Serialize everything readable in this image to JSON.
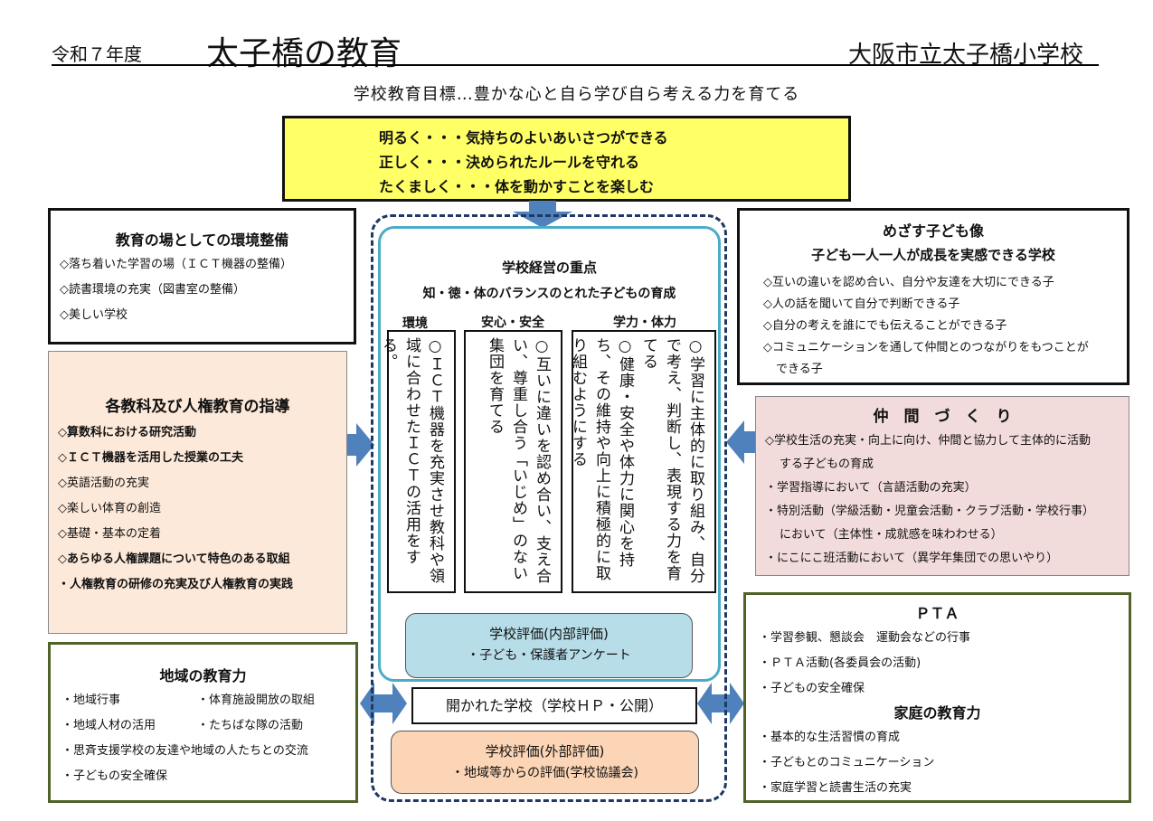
{
  "header": {
    "year": "令和７年度",
    "title": "太子橋の教育",
    "school": "大阪市立太子橋小学校"
  },
  "goal": "学校教育目標…豊かな心と自ら学び自ら考える力を育てる",
  "motto": [
    "明るく・・・気持ちのよいあいさつができる",
    "正しく・・・決められたルールを守れる",
    "たくましく・・・体を動かすことを楽しむ"
  ],
  "center": {
    "title": "学校経営の重点",
    "subtitle": "知・徳・体のバランスのとれた子どもの育成",
    "columns": [
      {
        "heading": "環境",
        "items": [
          "○ＩＣＴ機器を充実させ教科や領域に合わせたＩＣＴの活用をする。"
        ]
      },
      {
        "heading": "安心・安全",
        "items": [
          "○互いに違いを認め合い、支え合い、尊重し合う「いじめ」のない集団を育てる"
        ]
      },
      {
        "heading": "学力・体力",
        "items": [
          "○学習に主体的に取り組み、自分で考え、判断し、表現する力を育てる",
          "○健康・安全や体力に関心を持ち、その維持や向上に積極的に取り組むようにする"
        ]
      }
    ],
    "internal_eval": {
      "title": "学校評価(内部評価)",
      "sub": "・子ども・保護者アンケート"
    },
    "open_school": "開かれた学校（学校ＨＰ・公開）",
    "external_eval": {
      "title": "学校評価(外部評価)",
      "sub": "・地域等からの評価(学校協議会)"
    }
  },
  "env": {
    "title": "教育の場としての環境整備",
    "items": [
      "◇落ち着いた学習の場（ＩＣＴ機器の整備）",
      "◇読書環境の充実（図書室の整備）",
      "◇美しい学校"
    ]
  },
  "subjects": {
    "title": "各教科及び人権教育の指導",
    "items": [
      "◇算数科における研究活動",
      "◇ＩＣＴ機器を活用した授業の工夫",
      "◇英語活動の充実",
      "◇楽しい体育の創造",
      "◇基礎・基本の定着",
      "◇あらゆる人権課題について特色のある取組",
      "・人権教育の研修の充実及び人権教育の実践"
    ]
  },
  "community": {
    "title": "地域の教育力",
    "items": [
      "・地域行事",
      "・体育施設開放の取組",
      "・地域人材の活用",
      "・たちばな隊の活動",
      "・思斉支援学校の友達や地域の人たちとの交流",
      "・子どもの安全確保"
    ]
  },
  "ideal": {
    "title": "めざす子ども像",
    "subtitle": "子ども一人一人が成長を実感できる学校",
    "items": [
      "◇互いの違いを認め合い、自分や友達を大切にできる子",
      "◇人の話を聞いて自分で判断できる子",
      "◇自分の考えを誰にでも伝えることができる子",
      "◇コミュニケーションを通して仲間とのつながりをもつことが",
      "できる子"
    ]
  },
  "friends": {
    "title": "仲　間　づ　く　り",
    "items": [
      "◇学校生活の充実・向上に向け、仲間と協力して主体的に活動",
      "する子どもの育成",
      "・学習指導において（言語活動の充実）",
      "・特別活動（学級活動・児童会活動・クラブ活動・学校行事）",
      "において（主体性・成就感を味わわせる）",
      "・にこにこ班活動において（異学年集団での思いやり）"
    ]
  },
  "pta": {
    "title": "ＰＴＡ",
    "items": [
      "・学習参観、懇談会　運動会などの行事",
      "・ＰＴＡ活動(各委員会の活動)",
      "・子どもの安全確保"
    ]
  },
  "home": {
    "title": "家庭の教育力",
    "items": [
      "・基本的な生活習慣の育成",
      "・子どもとのコミュニケーション",
      "・家庭学習と読書生活の充実"
    ]
  },
  "colors": {
    "yellow": "#ffff66",
    "arrow": "#4f81bd",
    "olive": "#4f6228",
    "pink": "#f2dcdb",
    "peach": "#fde9d9",
    "lightblue": "#b7dde8",
    "orange": "#fbd5b5"
  }
}
